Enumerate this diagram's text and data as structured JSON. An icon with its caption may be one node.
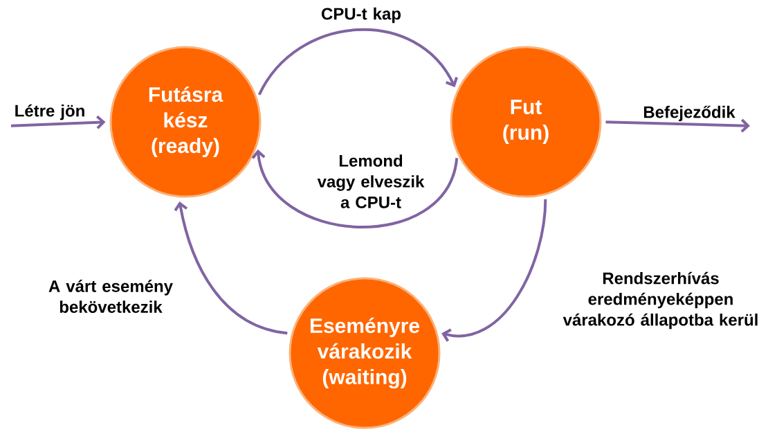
{
  "diagram": {
    "nodes": [
      {
        "text": [
          "Futásra kész (ready)"
        ]
      },
      {
        "text": [
          "Fut (run)"
        ]
      },
      {
        "text": [
          "Eseményre várakozik (waiting)"
        ]
      }
    ],
    "edges": [
      {
        "from": null,
        "to": 0,
        "arrow": "to",
        "label": "Létre jön"
      },
      {
        "from": 0,
        "to": 1,
        "arrow": "to",
        "label": "CPU-t kap"
      },
      {
        "from": 1,
        "to": 0,
        "arrow": "to",
        "label": "Lemond vagy elveszik a CPU-t"
      },
      {
        "from": 1,
        "to": null,
        "arrow": "to",
        "label": "Befejeződik"
      },
      {
        "from": 1,
        "to": 2,
        "arrow": "to",
        "label": "Rendszerhívás eredményeképpen várakozó állapotba kerül"
      },
      {
        "from": 2,
        "to": 0,
        "arrow": "to",
        "label": "A várt esemény bekövetkezik"
      }
    ]
  }
}
